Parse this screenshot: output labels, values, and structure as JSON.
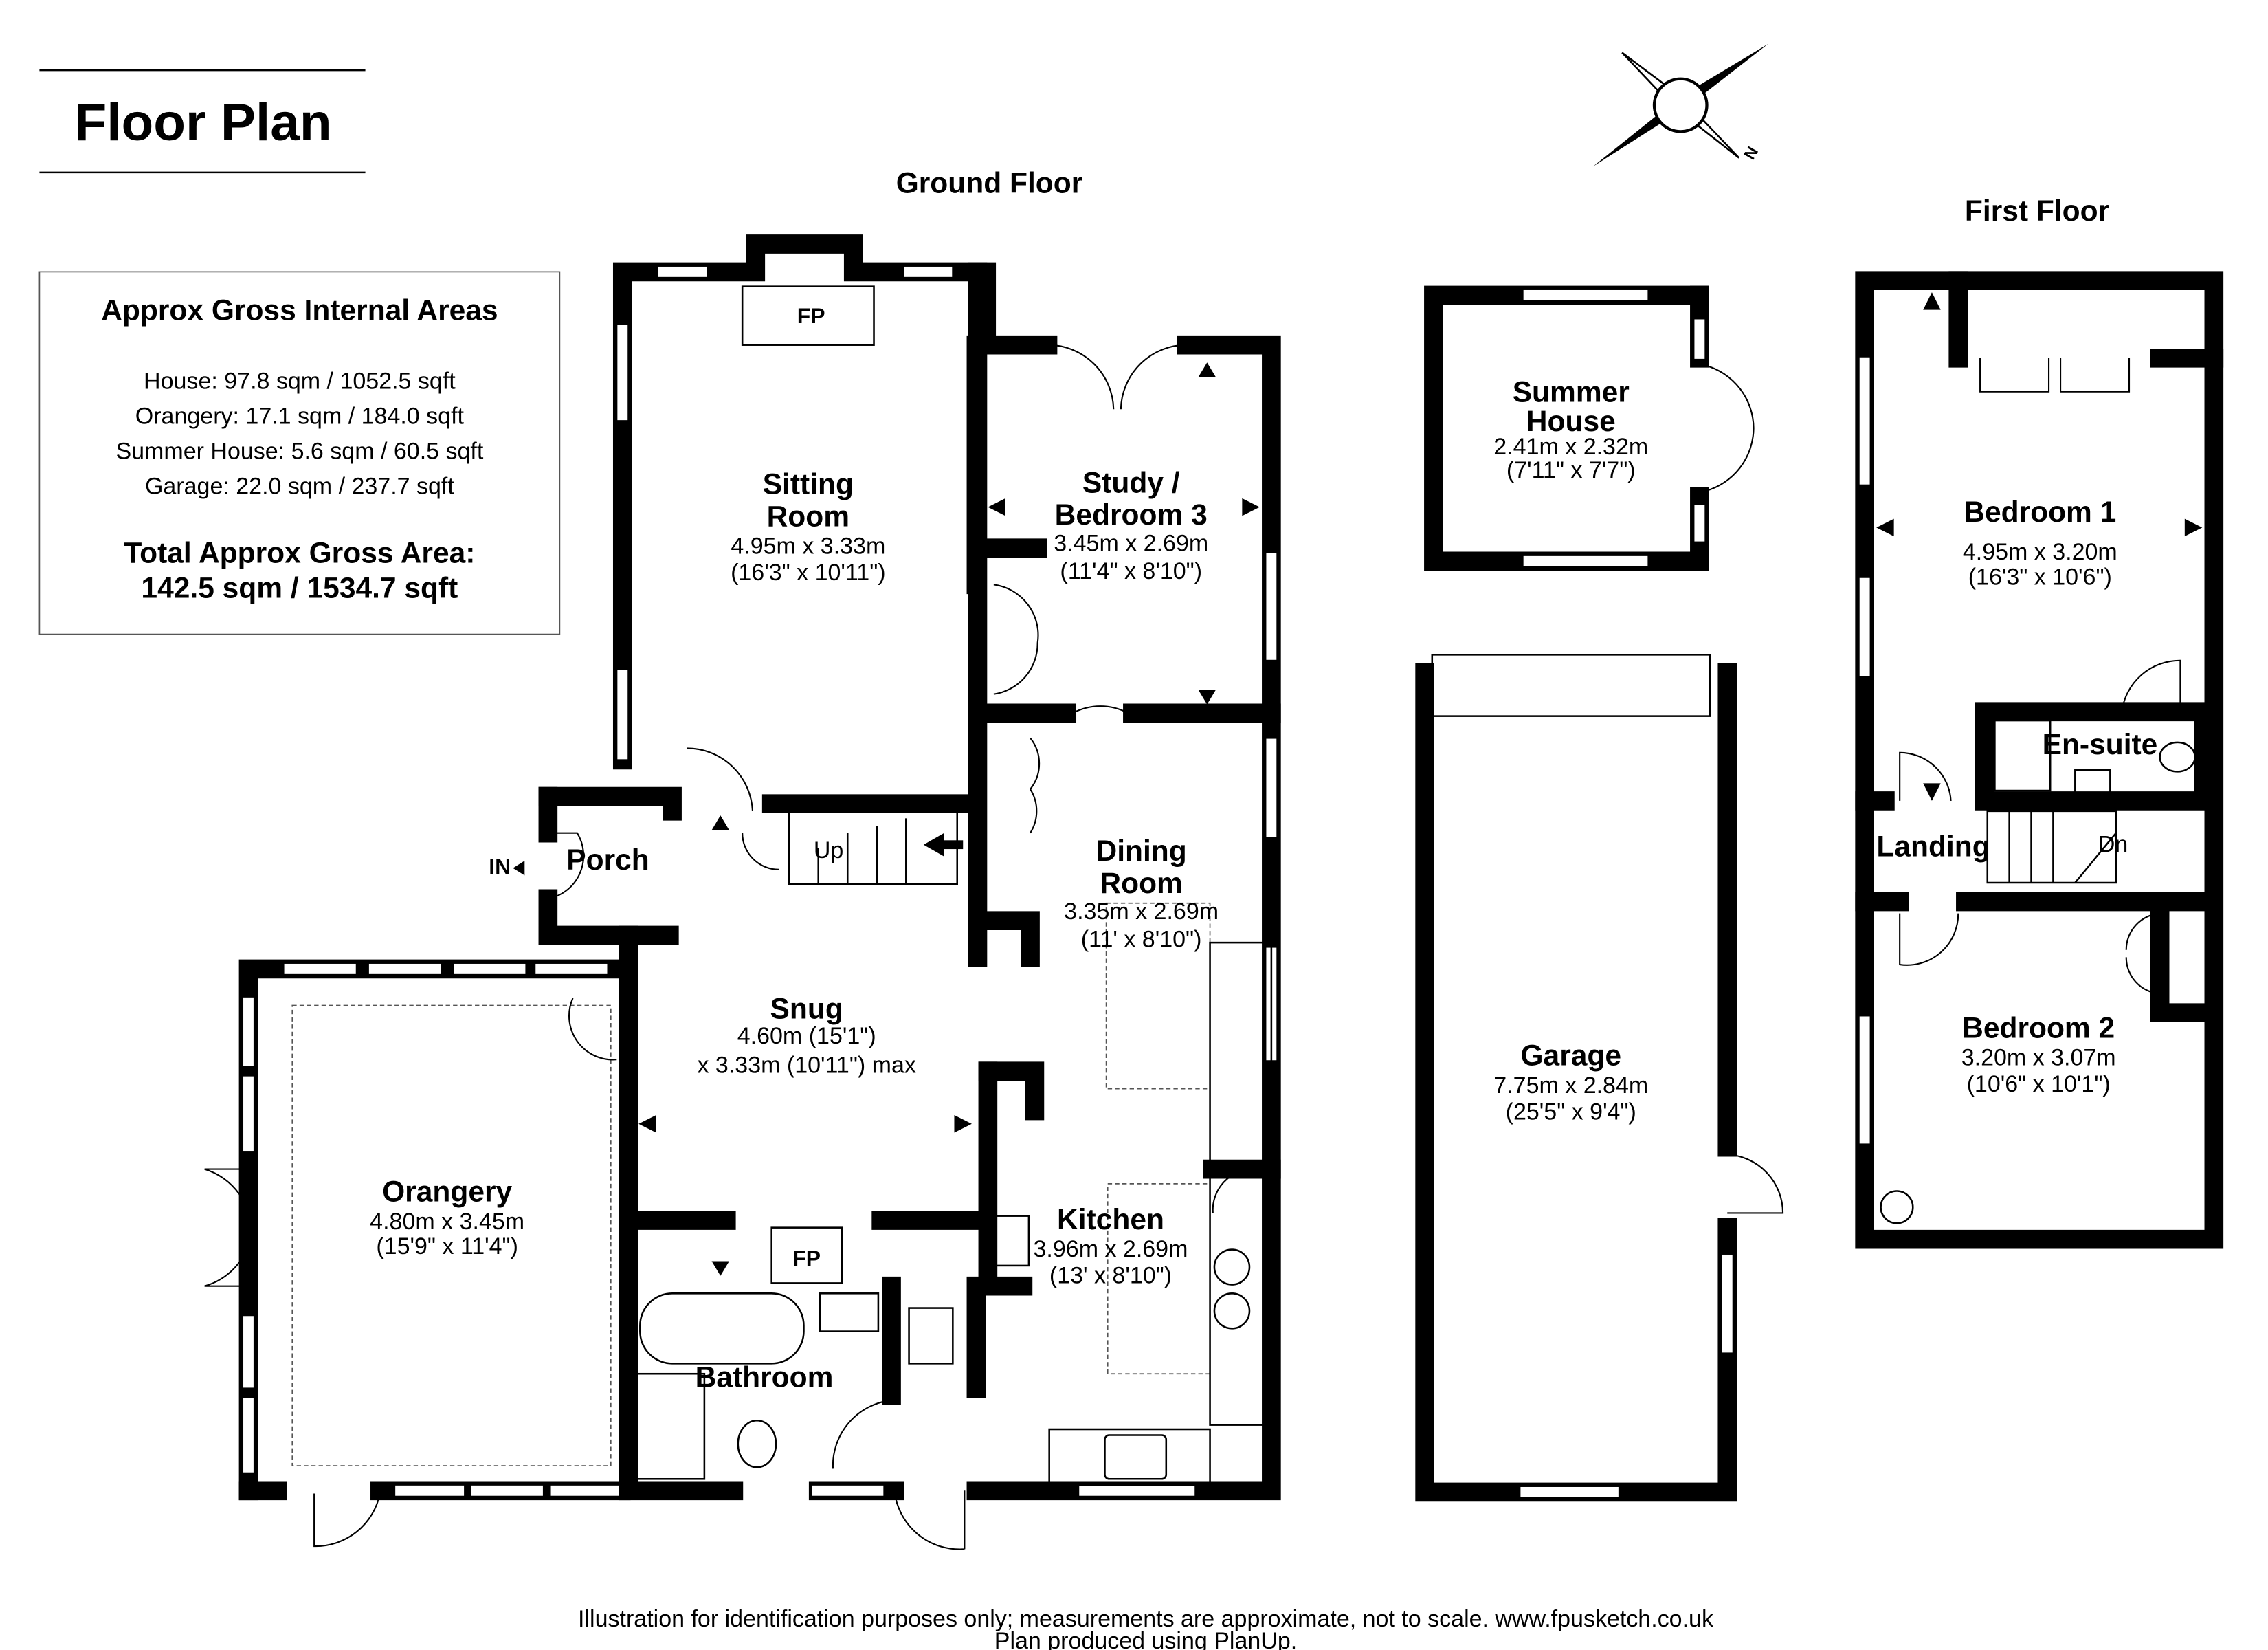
{
  "title": "Floor Plan",
  "areas": {
    "heading": "Approx Gross Internal Areas",
    "lines": [
      "House: 97.8 sqm / 1052.5 sqft",
      "Orangery: 17.1 sqm / 184.0 sqft",
      "Summer House: 5.6 sqm / 60.5 sqft",
      "Garage: 22.0 sqm / 237.7 sqft"
    ],
    "total_label": "Total Approx Gross Area:",
    "total_value": "142.5 sqm / 1534.7 sqft"
  },
  "compass": {
    "north_label": "N"
  },
  "ground_floor": {
    "title": "Ground Floor",
    "rooms": {
      "sitting": {
        "name1": "Sitting",
        "name2": "Room",
        "metric": "4.95m x 3.33m",
        "imperial": "(16'3\" x 10'11\")"
      },
      "study": {
        "name1": "Study /",
        "name2": "Bedroom 3",
        "metric": "3.45m x 2.69m",
        "imperial": "(11'4\" x 8'10\")"
      },
      "dining": {
        "name1": "Dining",
        "name2": "Room",
        "metric": "3.35m x 2.69m",
        "imperial": "(11' x 8'10\")"
      },
      "snug": {
        "name": "Snug",
        "line1": "4.60m (15'1\")",
        "line2": "x 3.33m (10'11\") max"
      },
      "orangery": {
        "name": "Orangery",
        "metric": "4.80m x 3.45m",
        "imperial": "(15'9\" x 11'4\")"
      },
      "kitchen": {
        "name": "Kitchen",
        "metric": "3.96m x 2.69m",
        "imperial": "(13' x 8'10\")"
      },
      "bathroom": {
        "name": "Bathroom"
      },
      "porch": {
        "name": "Porch"
      }
    },
    "entry_label": "IN",
    "stairs_label": "Up",
    "fireplace_label": "FP"
  },
  "summer_house": {
    "name1": "Summer",
    "name2": "House",
    "metric": "2.41m x 2.32m",
    "imperial": "(7'11\" x 7'7\")"
  },
  "garage": {
    "name": "Garage",
    "metric": "7.75m x 2.84m",
    "imperial": "(25'5\" x 9'4\")"
  },
  "first_floor": {
    "title": "First Floor",
    "rooms": {
      "bedroom1": {
        "name": "Bedroom 1",
        "metric": "4.95m x 3.20m",
        "imperial": "(16'3\" x 10'6\")"
      },
      "ensuite": {
        "name": "En-suite"
      },
      "landing": {
        "name": "Landing"
      },
      "bedroom2": {
        "name": "Bedroom 2",
        "metric": "3.20m x 3.07m",
        "imperial": "(10'6\" x 10'1\")"
      }
    },
    "stairs_label": "Dn"
  },
  "footer": {
    "disclaimer": "Illustration for identification purposes only; measurements are approximate, not to scale. www.fpusketch.co.uk",
    "credit": "Plan produced using PlanUp."
  }
}
